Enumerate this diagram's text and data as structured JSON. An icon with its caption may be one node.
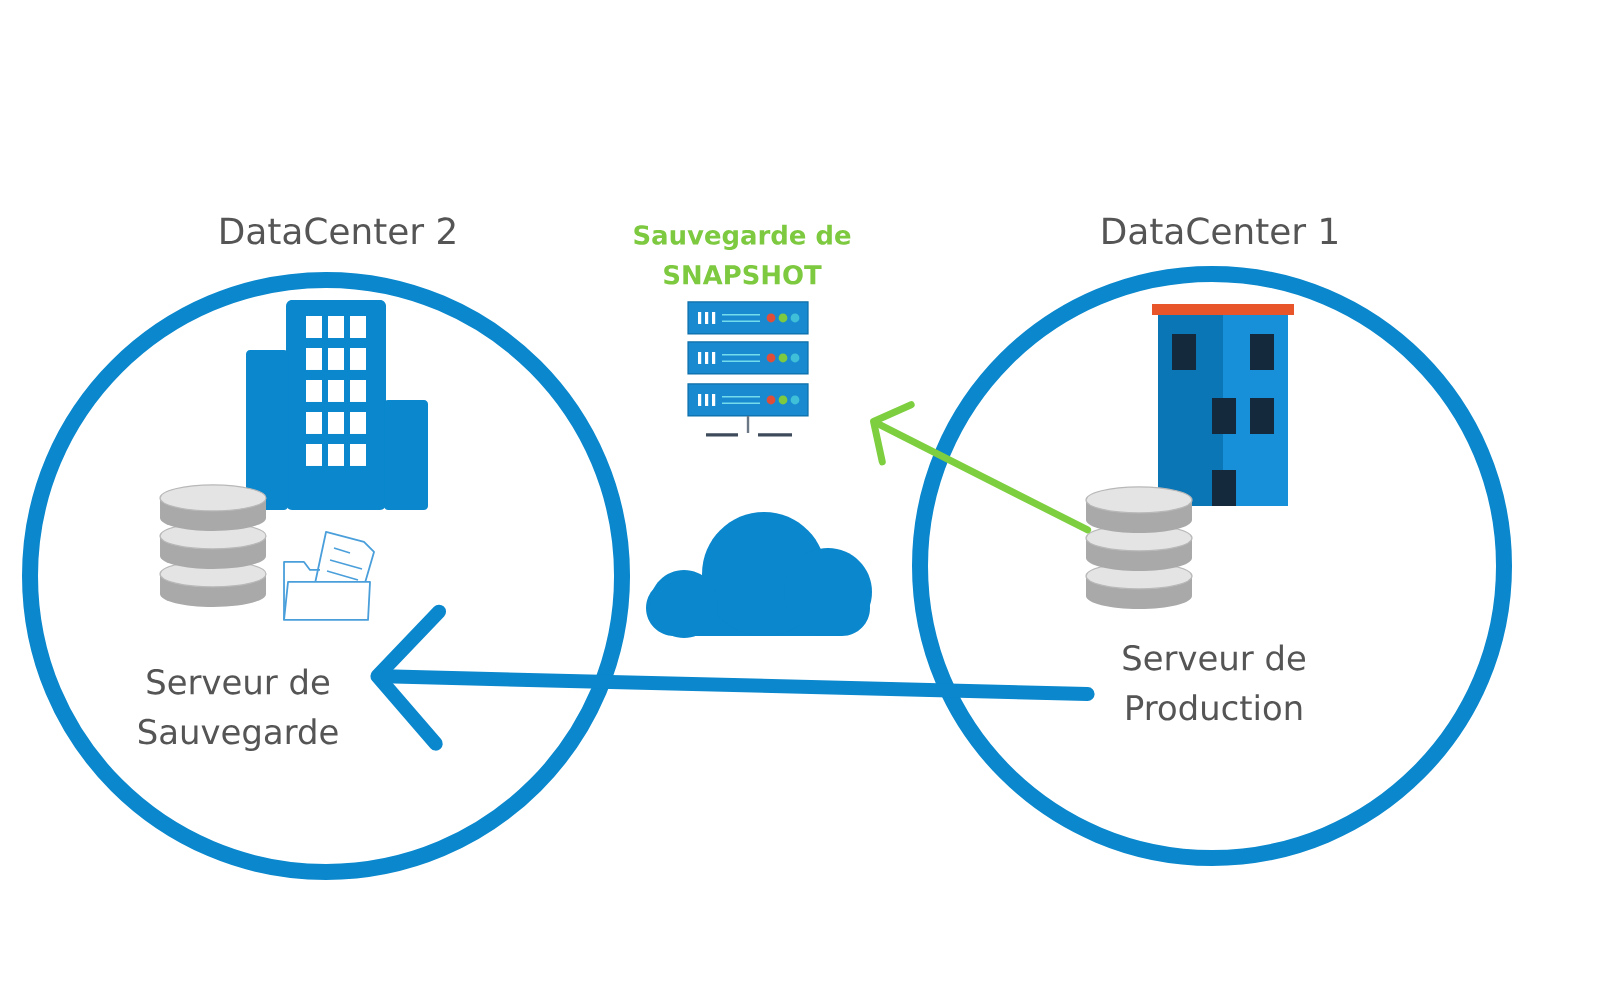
{
  "diagram": {
    "nodes": [
      {
        "text": [
          "DataCenter 2"
        ]
      },
      {
        "text": [
          "Serveur de Sauvegarde"
        ],
        "in": 0
      },
      {
        "text": [
          "Sauvegarde de SNAPSHOT"
        ]
      },
      {
        "text": [],
        "shape": "cloud"
      },
      {
        "text": [
          "DataCenter 1"
        ]
      },
      {
        "text": [
          "Serveur de Production"
        ],
        "in": 4
      }
    ],
    "edges": [
      {
        "from": 5,
        "to": 1,
        "arrow": "to",
        "style": "thick",
        "color": "#0a87cd"
      },
      {
        "from": 5,
        "to": 2,
        "arrow": "to",
        "color": "#7dcf3f"
      }
    ]
  }
}
